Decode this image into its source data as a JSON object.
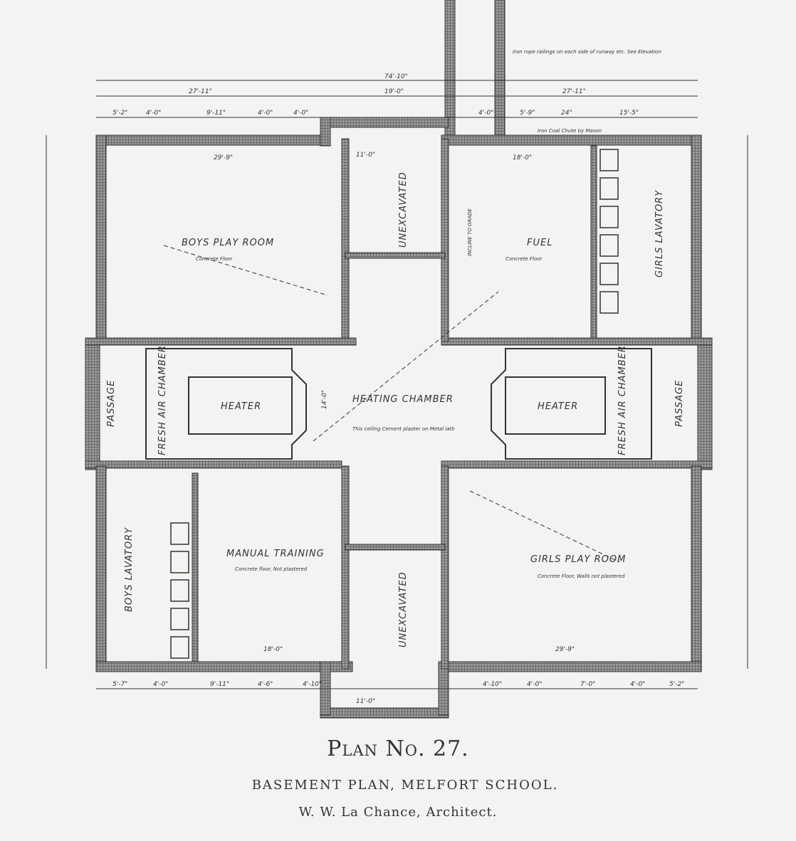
{
  "caption": {
    "plan_number": "Plan No. 27.",
    "title": "BASEMENT PLAN, MELFORT SCHOOL.",
    "architect": "W. W. La Chance, Architect."
  },
  "rooms": {
    "boys_play_room": "BOYS PLAY ROOM",
    "boys_play_room_note": "Concrete Floor",
    "unexcavated_top": "UNEXCAVATED",
    "fuel": "FUEL",
    "fuel_note": "Concrete Floor",
    "girls_lavatory": "GIRLS LAVATORY",
    "heating_chamber": "HEATING CHAMBER",
    "heating_note": "This ceiling Cement plaster on Metal lath",
    "heater_left": "HEATER",
    "heater_right": "HEATER",
    "fresh_air_left": "FRESH AIR CHAMBER",
    "fresh_air_right": "FRESH AIR CHAMBER",
    "passage_left": "PASSAGE",
    "passage_right": "PASSAGE",
    "boys_lavatory": "BOYS LAVATORY",
    "manual_training": "MANUAL TRAINING",
    "manual_training_note": "Concrete floor, Not plastered",
    "girls_play_room": "GIRLS PLAY ROOM",
    "girls_play_room_note": "Concrete Floor, Walls not plastered",
    "unexcavated_bottom": "UNEXCAVATED",
    "incline_to_grade": "INCLINE TO GRADE",
    "coal_chute": "Iron Coal Chute by Mason",
    "chimney_note": "Iron rope railings on each side of runway etc. See Elevation"
  },
  "dimensions": {
    "overall": "74'-10\"",
    "left": "27'-11\"",
    "center": "19'-0\"",
    "right": "27'-11\"",
    "boys_room_width": "29'-9\"",
    "fuel_width": "18'-0\"",
    "unexcavated_width": "11'-0\"",
    "heating_depth": "14'-0\"",
    "manual_width": "18'-0\"",
    "girls_room_width": "29'-9\"",
    "unexcavated_bottom_width": "11'-0\"",
    "bottom_segments": [
      "5'-7\"",
      "4'-0\"",
      "9'-11\"",
      "4'-6\"",
      "4'-10\"",
      "4'-10\"",
      "4'-0\"",
      "7'-0\"",
      "4'-0\"",
      "5'-2\""
    ],
    "top_segments": [
      "5'-2\"",
      "4'-0\"",
      "9'-11\"",
      "4'-0\"",
      "4'-0\"",
      "4'-0\"",
      "5'-9\"",
      "24\"",
      "15'-5\""
    ]
  }
}
